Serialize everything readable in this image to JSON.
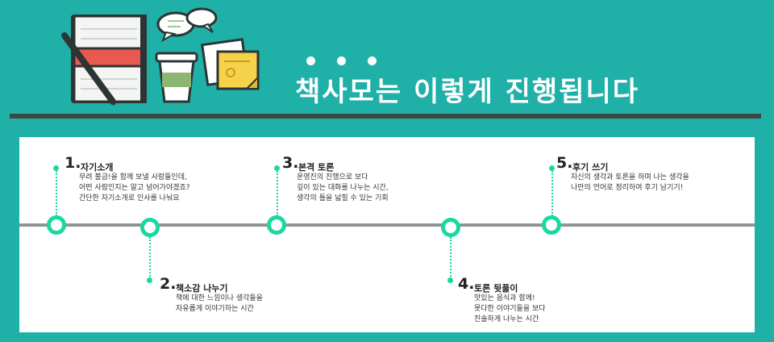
{
  "header": {
    "title": "책사모는 이렇게 진행됩니다"
  },
  "steps": [
    {
      "number": "1.",
      "title": "자기소개",
      "lines": [
        "무려 불금!을 함께 보낼 사람들인데,",
        "어떤 사람인지는 알고 넘어가야겠죠?",
        "간단한 자기소개로 인사를 나눠요"
      ]
    },
    {
      "number": "2.",
      "title": "책소감 나누기",
      "lines": [
        "책에 대한 느낌이나 생각들을",
        "자유롭게 이야기하는 시간"
      ]
    },
    {
      "number": "3.",
      "title": "본격 토론",
      "lines": [
        "운영진의 진행으로 보다",
        "깊이 있는 대화를 나누는 시간,",
        "생각의 틀을 넓힐 수 있는 기회"
      ]
    },
    {
      "number": "4.",
      "title": "토론 뒷풀이",
      "lines": [
        "맛있는 음식과 함께!",
        "못다한 이야기들을 보다",
        "진솔하게 나누는 시간"
      ]
    },
    {
      "number": "5.",
      "title": "후기 쓰기",
      "lines": [
        "자신의 생각과 토론을 하며 나는 생각을",
        "나만의 언어로 정리하여 후기 남기기!"
      ]
    }
  ],
  "colors": {
    "background": "#1fb0a8",
    "accent": "#19d8a0",
    "rule": "#3f4646"
  }
}
